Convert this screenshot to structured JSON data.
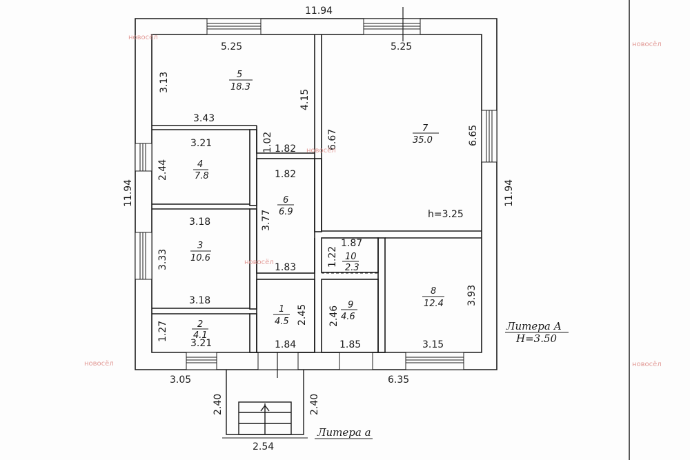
{
  "overall": {
    "top_width": "11.94",
    "left_height": "11.94",
    "right_height": "11.94",
    "bottom_left": "3.05",
    "bottom_right": "6.35"
  },
  "rooms": [
    {
      "num": "5",
      "area": "18.3"
    },
    {
      "num": "7",
      "area": "35.0"
    },
    {
      "num": "4",
      "area": "7.8"
    },
    {
      "num": "6",
      "area": "6.9"
    },
    {
      "num": "3",
      "area": "10.6"
    },
    {
      "num": "10",
      "area": "2.3"
    },
    {
      "num": "8",
      "area": "12.4"
    },
    {
      "num": "1",
      "area": "4.5"
    },
    {
      "num": "9",
      "area": "4.6"
    },
    {
      "num": "2",
      "area": "4.1"
    }
  ],
  "dims": {
    "r5_w": "5.25",
    "r5_h_left": "3.13",
    "r5_h_right": "4.15",
    "r5_bottom": "3.43",
    "r7_w": "5.25",
    "r7_h_left": "6.67",
    "r7_h_right": "6.65",
    "r7_height": "h=3.25",
    "notch_h": "1.02",
    "notch_w": "1.82",
    "r4_w": "3.21",
    "r4_h": "2.44",
    "r6_w": "1.82",
    "r6_h": "3.77",
    "r6_bottom": "1.83",
    "r3_w_top": "3.18",
    "r3_h": "3.33",
    "r3_w_bottom": "3.18",
    "r10_w": "1.87",
    "r10_h": "1.22",
    "r8_h": "3.93",
    "r8_w": "3.15",
    "r1_h": "2.45",
    "r1_w": "1.84",
    "r9_h": "2.46",
    "r9_w": "1.85",
    "r2_h": "1.27",
    "r2_w": "3.21"
  },
  "porch": {
    "left": "2.40",
    "right": "2.40",
    "bottom": "2.54"
  },
  "litera_main": "Литера А",
  "litera_height": "Н=3.50",
  "litera_porch": "Литера а",
  "watermark": "новосёл",
  "colors": {
    "ink": "#1a1a1a",
    "paper": "#fdfdfd",
    "watermark": "#e29a96"
  }
}
